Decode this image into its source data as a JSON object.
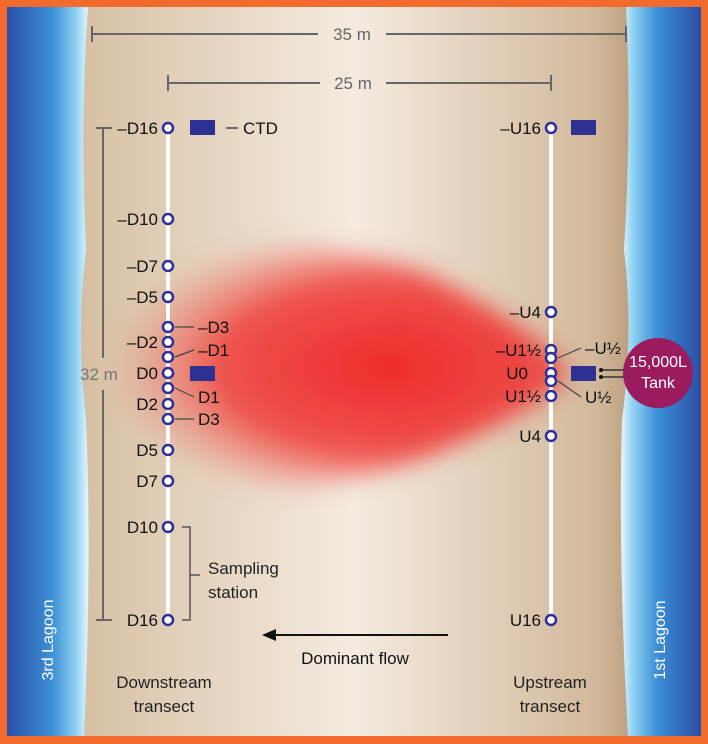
{
  "dimensions": {
    "total_width": "35 m",
    "transect_spacing": "25 m",
    "transect_length": "32 m"
  },
  "labels": {
    "ctd": "CTD",
    "sampling_station_1": "Sampling",
    "sampling_station_2": "station",
    "flow": "Dominant flow",
    "downstream_1": "Downstream",
    "downstream_2": "transect",
    "upstream_1": "Upstream",
    "upstream_2": "transect",
    "left_lagoon": "3rd Lagoon",
    "right_lagoon": "1st Lagoon",
    "tank_1": "15,000L",
    "tank_2": "Tank"
  },
  "downstream_stations": [
    "–D16",
    "–D10",
    "–D7",
    "–D5",
    "–D3",
    "–D2",
    "–D1",
    "D0",
    "D1",
    "D2",
    "D3",
    "D5",
    "D7",
    "D10",
    "D16"
  ],
  "upstream_stations": [
    "–U16",
    "–U4",
    "–U1½",
    "–U½",
    "U0",
    "U½",
    "U1½",
    "U4",
    "U16"
  ],
  "colors": {
    "border": "#f26a2e",
    "lagoon": "#2d5fb0",
    "station": "#2a2f9a",
    "plume": "#ee2a2a",
    "tank": "#9b1b5f",
    "sand": "#e8d3bb"
  }
}
